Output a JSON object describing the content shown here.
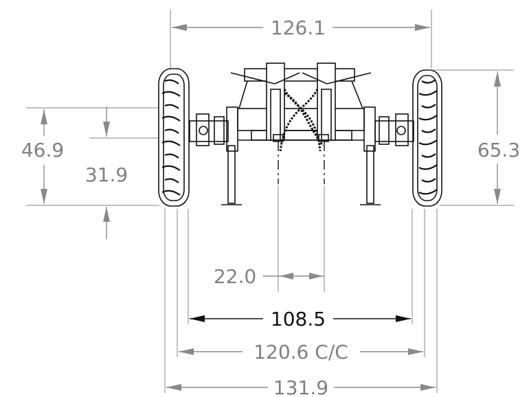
{
  "drawing": {
    "dimensions": {
      "overall_top": "126.1",
      "height_left_outer": "46.9",
      "height_left_inner": "31.9",
      "height_right": "65.3",
      "hitch_spacing": "22.0",
      "inner_track": "108.5",
      "center_to_center": "120.6 C/C",
      "overall_bottom": "131.9"
    },
    "colors": {
      "dimension_gray": "#808080",
      "line_black": "#111111",
      "background": "#ffffff"
    }
  }
}
